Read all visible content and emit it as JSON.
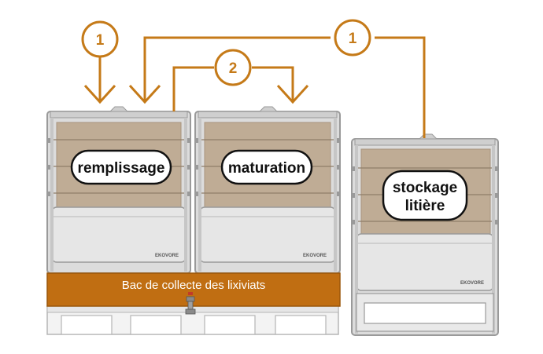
{
  "colors": {
    "accent": "#c57a18",
    "bin_body": "#d9d9d9",
    "bin_frame": "#a9a9a9",
    "compost_fill": "#bfac95",
    "collection_tray": "#c06e12",
    "pallet": "#efefef",
    "label_bg": "#ffffff",
    "label_border": "#111111",
    "text_dark": "#111111",
    "text_on_tray": "#ffffff"
  },
  "steps": {
    "step1_a": "1",
    "step2": "2",
    "step1_b": "1"
  },
  "bins": {
    "fill_bin": {
      "label": "remplissage",
      "brand": "EKOVORE"
    },
    "maturation_bin": {
      "label": "maturation",
      "brand": "EKOVORE"
    },
    "storage_bin": {
      "label_line1": "stockage",
      "label_line2": "litière",
      "brand": "EKOVORE"
    }
  },
  "tray": {
    "label": "Bac de collecte des lixiviats"
  }
}
